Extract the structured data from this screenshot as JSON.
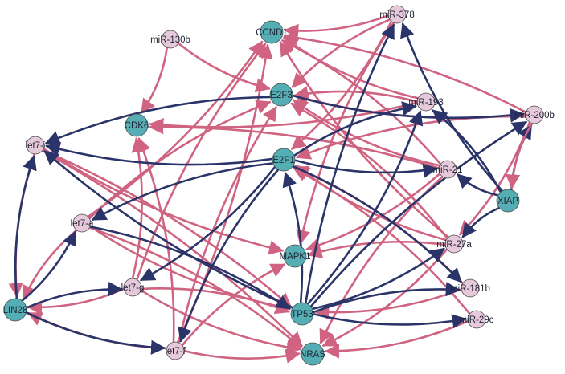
{
  "diagram": {
    "nodes": [
      {
        "id": "CCND1",
        "label": "CCND1",
        "kind": "gene"
      },
      {
        "id": "miR-378",
        "label": "miR-378",
        "kind": "mirna"
      },
      {
        "id": "miR-130b",
        "label": "miR-130b",
        "kind": "mirna"
      },
      {
        "id": "E2F3",
        "label": "E2F3",
        "kind": "gene"
      },
      {
        "id": "miR-193",
        "label": "miR-193",
        "kind": "mirna"
      },
      {
        "id": "miR-200b",
        "label": "miR-200b",
        "kind": "mirna"
      },
      {
        "id": "CDK6",
        "label": "CDK6",
        "kind": "gene"
      },
      {
        "id": "let7-i",
        "label": "let7-i",
        "kind": "mirna"
      },
      {
        "id": "E2F1",
        "label": "E2F1",
        "kind": "gene"
      },
      {
        "id": "miR-21",
        "label": "miR-21",
        "kind": "mirna"
      },
      {
        "id": "XIAP",
        "label": "XIAP",
        "kind": "gene"
      },
      {
        "id": "let7-a",
        "label": "let7-a",
        "kind": "mirna"
      },
      {
        "id": "miR-27a",
        "label": "miR-27a",
        "kind": "mirna"
      },
      {
        "id": "MAPK1",
        "label": "MAPK1",
        "kind": "gene"
      },
      {
        "id": "let7-g",
        "label": "let7-g",
        "kind": "mirna"
      },
      {
        "id": "miR-181b",
        "label": "miR-181b",
        "kind": "mirna"
      },
      {
        "id": "LIN28",
        "label": "LIN28",
        "kind": "gene"
      },
      {
        "id": "TP53",
        "label": "TP53",
        "kind": "gene"
      },
      {
        "id": "miR-29c",
        "label": "miR-29c",
        "kind": "mirna"
      },
      {
        "id": "let7-f",
        "label": "let7-f",
        "kind": "mirna"
      },
      {
        "id": "NRAS",
        "label": "NRAS",
        "kind": "gene"
      }
    ],
    "edges": [
      {
        "from": "miR-130b",
        "to": "CDK6",
        "type": "inhibit"
      },
      {
        "from": "miR-130b",
        "to": "E2F3",
        "type": "inhibit"
      },
      {
        "from": "miR-378",
        "to": "CCND1",
        "type": "inhibit"
      },
      {
        "from": "miR-378",
        "to": "E2F3",
        "type": "inhibit"
      },
      {
        "from": "miR-378",
        "to": "E2F1",
        "type": "inhibit"
      },
      {
        "from": "miR-378",
        "to": "MAPK1",
        "type": "inhibit"
      },
      {
        "from": "miR-193",
        "to": "CCND1",
        "type": "inhibit"
      },
      {
        "from": "miR-193",
        "to": "E2F3",
        "type": "inhibit"
      },
      {
        "from": "miR-193",
        "to": "CDK6",
        "type": "inhibit"
      },
      {
        "from": "miR-200b",
        "to": "CCND1",
        "type": "inhibit"
      },
      {
        "from": "miR-200b",
        "to": "E2F3",
        "type": "inhibit"
      },
      {
        "from": "miR-200b",
        "to": "E2F1",
        "type": "inhibit"
      },
      {
        "from": "miR-200b",
        "to": "miR-27a",
        "type": "inhibit"
      },
      {
        "from": "miR-21",
        "to": "CCND1",
        "type": "inhibit"
      },
      {
        "from": "miR-21",
        "to": "E2F3",
        "type": "inhibit"
      },
      {
        "from": "miR-21",
        "to": "CDK6",
        "type": "inhibit"
      },
      {
        "from": "miR-21",
        "to": "MAPK1",
        "type": "inhibit"
      },
      {
        "from": "miR-21",
        "to": "NRAS",
        "type": "inhibit"
      },
      {
        "from": "miR-27a",
        "to": "CCND1",
        "type": "inhibit"
      },
      {
        "from": "miR-27a",
        "to": "E2F3",
        "type": "inhibit"
      },
      {
        "from": "miR-27a",
        "to": "E2F1",
        "type": "inhibit"
      },
      {
        "from": "miR-27a",
        "to": "MAPK1",
        "type": "inhibit"
      },
      {
        "from": "miR-27a",
        "to": "NRAS",
        "type": "inhibit"
      },
      {
        "from": "miR-181b",
        "to": "E2F1",
        "type": "inhibit"
      },
      {
        "from": "miR-181b",
        "to": "TP53",
        "type": "inhibit"
      },
      {
        "from": "miR-29c",
        "to": "E2F1",
        "type": "inhibit"
      },
      {
        "from": "miR-29c",
        "to": "NRAS",
        "type": "inhibit"
      },
      {
        "from": "let7-i",
        "to": "LIN28",
        "type": "inhibit"
      },
      {
        "from": "let7-i",
        "to": "NRAS",
        "type": "inhibit"
      },
      {
        "from": "let7-i",
        "to": "MAPK1",
        "type": "inhibit"
      },
      {
        "from": "let7-i",
        "to": "TP53",
        "type": "inhibit"
      },
      {
        "from": "let7-a",
        "to": "CCND1",
        "type": "inhibit"
      },
      {
        "from": "let7-a",
        "to": "E2F3",
        "type": "inhibit"
      },
      {
        "from": "let7-a",
        "to": "LIN28",
        "type": "inhibit"
      },
      {
        "from": "let7-a",
        "to": "NRAS",
        "type": "inhibit"
      },
      {
        "from": "let7-a",
        "to": "TP53",
        "type": "inhibit"
      },
      {
        "from": "let7-g",
        "to": "CCND1",
        "type": "inhibit"
      },
      {
        "from": "let7-g",
        "to": "CDK6",
        "type": "inhibit"
      },
      {
        "from": "let7-g",
        "to": "LIN28",
        "type": "inhibit"
      },
      {
        "from": "let7-g",
        "to": "NRAS",
        "type": "inhibit"
      },
      {
        "from": "let7-g",
        "to": "TP53",
        "type": "inhibit"
      },
      {
        "from": "let7-f",
        "to": "CCND1",
        "type": "inhibit"
      },
      {
        "from": "let7-f",
        "to": "E2F3",
        "type": "inhibit"
      },
      {
        "from": "let7-f",
        "to": "CDK6",
        "type": "inhibit"
      },
      {
        "from": "let7-f",
        "to": "LIN28",
        "type": "inhibit"
      },
      {
        "from": "let7-f",
        "to": "NRAS",
        "type": "inhibit"
      },
      {
        "from": "let7-f",
        "to": "MAPK1",
        "type": "inhibit"
      },
      {
        "from": "E2F3",
        "to": "let7-i",
        "type": "activate"
      },
      {
        "from": "E2F1",
        "to": "let7-i",
        "type": "activate"
      },
      {
        "from": "E2F1",
        "to": "let7-a",
        "type": "activate"
      },
      {
        "from": "E2F1",
        "to": "let7-g",
        "type": "activate"
      },
      {
        "from": "E2F1",
        "to": "let7-f",
        "type": "activate"
      },
      {
        "from": "E2F1",
        "to": "miR-193",
        "type": "activate"
      },
      {
        "from": "E2F1",
        "to": "miR-21",
        "type": "activate"
      },
      {
        "from": "E2F1",
        "to": "miR-181b",
        "type": "activate"
      },
      {
        "from": "E2F3",
        "to": "miR-200b",
        "type": "activate"
      },
      {
        "from": "LIN28",
        "to": "let7-i",
        "type": "activate"
      },
      {
        "from": "LIN28",
        "to": "let7-a",
        "type": "activate"
      },
      {
        "from": "LIN28",
        "to": "let7-g",
        "type": "activate"
      },
      {
        "from": "LIN28",
        "to": "let7-f",
        "type": "activate"
      },
      {
        "from": "TP53",
        "to": "miR-378",
        "type": "activate"
      },
      {
        "from": "TP53",
        "to": "miR-193",
        "type": "activate"
      },
      {
        "from": "TP53",
        "to": "miR-200b",
        "type": "activate"
      },
      {
        "from": "TP53",
        "to": "miR-27a",
        "type": "activate"
      },
      {
        "from": "TP53",
        "to": "miR-181b",
        "type": "activate"
      },
      {
        "from": "TP53",
        "to": "miR-29c",
        "type": "activate"
      },
      {
        "from": "TP53",
        "to": "let7-i",
        "type": "activate"
      },
      {
        "from": "TP53",
        "to": "E2F1",
        "type": "activate"
      },
      {
        "from": "XIAP",
        "to": "miR-378",
        "type": "activate"
      },
      {
        "from": "XIAP",
        "to": "miR-193",
        "type": "activate"
      },
      {
        "from": "XIAP",
        "to": "miR-21",
        "type": "activate"
      },
      {
        "from": "XIAP",
        "to": "miR-27a",
        "type": "activate"
      },
      {
        "from": "XIAP",
        "to": "miR-200b",
        "type": "activate"
      },
      {
        "from": "miR-200b",
        "to": "XIAP",
        "type": "inhibit"
      },
      {
        "from": "let7-a",
        "to": "TP53",
        "type": "activate"
      }
    ]
  },
  "colors": {
    "gene_node": "#55aeb3",
    "mirna_node": "#e7c9dc",
    "inhibit_edge": "#cf6381",
    "activate_edge": "#2b3468",
    "node_stroke": "#4a4a4a"
  }
}
